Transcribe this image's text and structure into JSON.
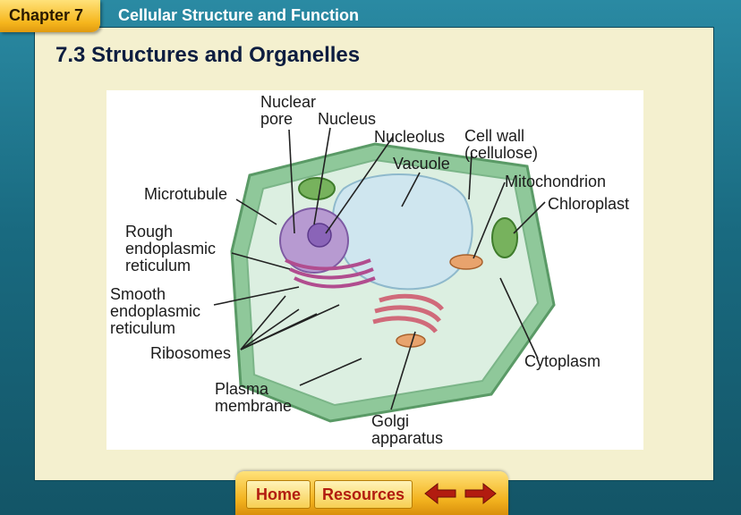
{
  "header": {
    "chapter": "Chapter 7",
    "title": "Cellular Structure and Function"
  },
  "slide": {
    "title": "7.3 Structures and Organelles"
  },
  "figure": {
    "labels": {
      "nuclear_pore": "Nuclear\npore",
      "nucleus": "Nucleus",
      "nucleolus": "Nucleolus",
      "cell_wall": "Cell wall\n(cellulose)",
      "vacuole": "Vacuole",
      "mitochondrion": "Mitochondrion",
      "chloroplast": "Chloroplast",
      "microtubule": "Microtubule",
      "rough_er": "Rough\nendoplasmic\nreticulum",
      "smooth_er": "Smooth\nendoplasmic\nreticulum",
      "ribosomes": "Ribosomes",
      "cytoplasm": "Cytoplasm",
      "plasma_membrane": "Plasma\nmembrane",
      "golgi": "Golgi\napparatus"
    }
  },
  "nav": {
    "home_label": "Home",
    "resources_label": "Resources",
    "back_icon": "left-arrow-icon",
    "forward_icon": "right-arrow-icon"
  },
  "colors": {
    "frame": "#1f6f86",
    "tab": "#f6b61d",
    "content_bg": "#f4f0cf",
    "title_text": "#0d1d40",
    "nav_text": "#b21c10"
  }
}
